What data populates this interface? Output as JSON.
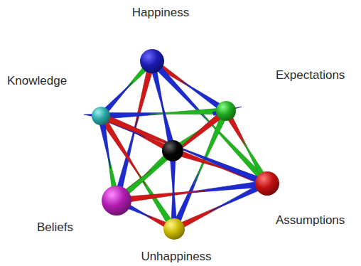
{
  "diagram": {
    "labels": [
      "Happiness",
      "Knowledge",
      "Expectations",
      "Beliefs",
      "Assumptions",
      "Unhappiness"
    ]
  }
}
